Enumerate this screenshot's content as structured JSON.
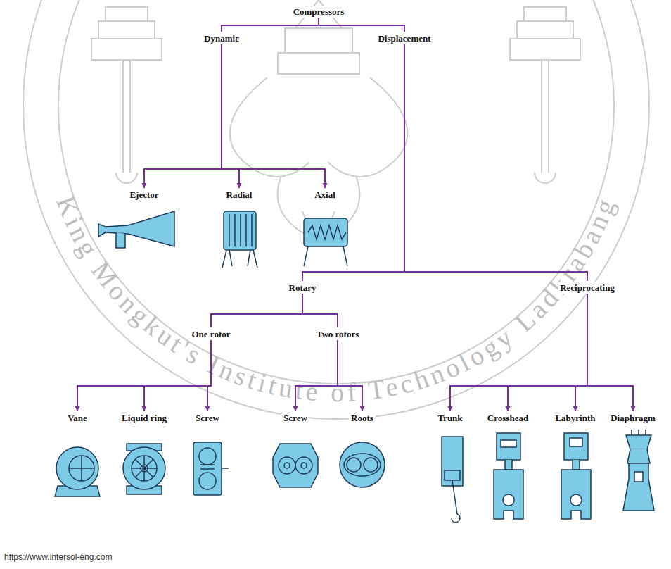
{
  "diagram": {
    "nodes": [
      {
        "text": [
          "Compressors"
        ]
      },
      {
        "text": [
          "Dynamic"
        ]
      },
      {
        "text": [
          "Displacement"
        ]
      },
      {
        "text": [
          "Ejector"
        ]
      },
      {
        "text": [
          "Radial"
        ]
      },
      {
        "text": [
          "Axial"
        ]
      },
      {
        "text": [
          "Rotary"
        ]
      },
      {
        "text": [
          "Reciprocating"
        ]
      },
      {
        "text": [
          "One rotor"
        ]
      },
      {
        "text": [
          "Two rotors"
        ]
      },
      {
        "text": [
          "Vane"
        ]
      },
      {
        "text": [
          "Liquid ring"
        ]
      },
      {
        "text": [
          "Screw"
        ]
      },
      {
        "text": [
          "Screw"
        ]
      },
      {
        "text": [
          "Roots"
        ]
      },
      {
        "text": [
          "Trunk"
        ]
      },
      {
        "text": [
          "Crosshead"
        ]
      },
      {
        "text": [
          "Labyrinth"
        ]
      },
      {
        "text": [
          "Diaphragm"
        ]
      }
    ],
    "edges": [
      {
        "from": 0,
        "to": 1,
        "arrow": "none"
      },
      {
        "from": 0,
        "to": 2,
        "arrow": "none"
      },
      {
        "from": 1,
        "to": 3,
        "arrow": "to"
      },
      {
        "from": 1,
        "to": 4,
        "arrow": "to"
      },
      {
        "from": 1,
        "to": 5,
        "arrow": "to"
      },
      {
        "from": 2,
        "to": 6,
        "arrow": "none"
      },
      {
        "from": 2,
        "to": 7,
        "arrow": "none"
      },
      {
        "from": 6,
        "to": 8,
        "arrow": "none"
      },
      {
        "from": 6,
        "to": 9,
        "arrow": "none"
      },
      {
        "from": 8,
        "to": 10,
        "arrow": "to"
      },
      {
        "from": 8,
        "to": 11,
        "arrow": "to"
      },
      {
        "from": 8,
        "to": 12,
        "arrow": "to"
      },
      {
        "from": 9,
        "to": 13,
        "arrow": "to"
      },
      {
        "from": 9,
        "to": 14,
        "arrow": "to"
      },
      {
        "from": 7,
        "to": 15,
        "arrow": "to"
      },
      {
        "from": 7,
        "to": 16,
        "arrow": "to"
      },
      {
        "from": 7,
        "to": 17,
        "arrow": "to"
      },
      {
        "from": 7,
        "to": 18,
        "arrow": "to"
      }
    ],
    "labels": [
      "King Mongkut's Institute of Technology Ladkrabang",
      "https://www.intersol-eng.com"
    ]
  }
}
